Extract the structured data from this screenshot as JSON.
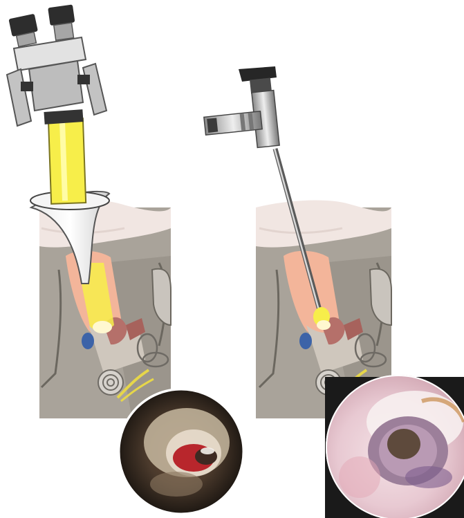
{
  "figure": {
    "panels": [
      {
        "id": "microscope",
        "instrument": "operating-microscope",
        "inset": "microscopic-view"
      },
      {
        "id": "endoscope",
        "instrument": "rigid-endoscope",
        "inset": "endoscopic-view"
      }
    ]
  },
  "colors": {
    "background": "#ffffff",
    "bone": "#a9a39a",
    "bone_dark": "#8f8a82",
    "skin": "#f1e6e2",
    "canal": "#f3b59a",
    "light_beam": "#f7ee4a",
    "instrument_gray": "#b7b7b7",
    "instrument_dark": "#3a3a3a",
    "ossicle": "#b5706a",
    "nerve": "#e6d64a",
    "cochlea": "#d6d2cc"
  }
}
